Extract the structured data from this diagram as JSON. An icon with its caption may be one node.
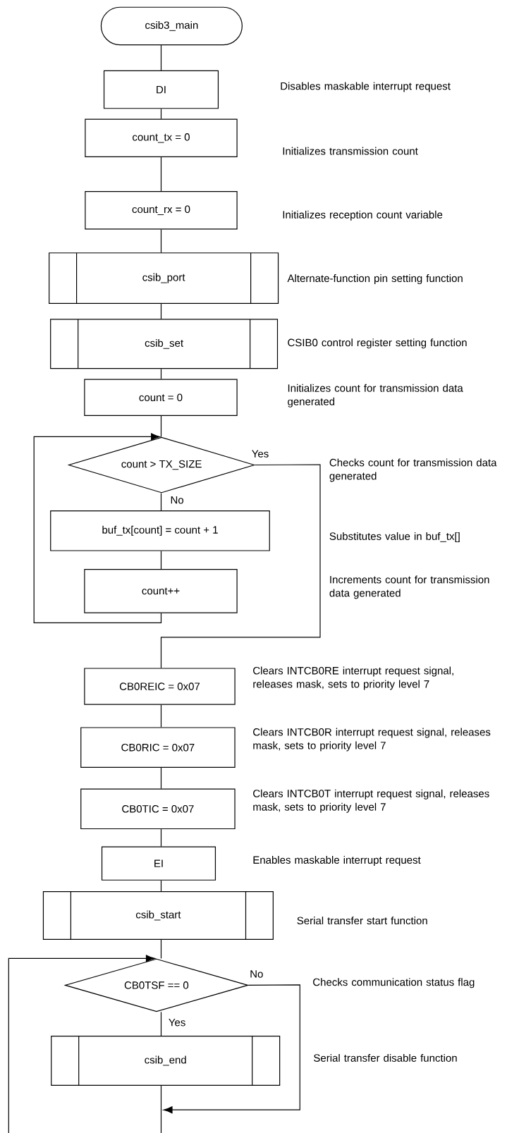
{
  "diagram": {
    "nodes": [
      {
        "text": [
          "csib3_main"
        ]
      },
      {
        "text": [
          "DI"
        ]
      },
      {
        "text": [
          "count_tx = 0"
        ]
      },
      {
        "text": [
          "count_rx = 0"
        ]
      },
      {
        "text": [
          "csib_port"
        ]
      },
      {
        "text": [
          "csib_set"
        ]
      },
      {
        "text": [
          "count = 0"
        ]
      },
      {
        "text": [
          "count > TX_SIZE"
        ]
      },
      {
        "text": [
          "buf_tx[count] = count + 1"
        ]
      },
      {
        "text": [
          "count++"
        ]
      },
      {
        "text": [
          "CB0REIC = 0x07"
        ]
      },
      {
        "text": [
          "CB0RIC = 0x07"
        ]
      },
      {
        "text": [
          "CB0TIC = 0x07"
        ]
      },
      {
        "text": [
          "EI"
        ]
      },
      {
        "text": [
          "csib_start"
        ]
      },
      {
        "text": [
          "CB0TSF == 0"
        ]
      },
      {
        "text": [
          "csib_end"
        ]
      }
    ],
    "edges": [
      {
        "from": 0,
        "to": 1,
        "arrow": "none"
      },
      {
        "from": 1,
        "to": 2,
        "arrow": "none"
      },
      {
        "from": 2,
        "to": 3,
        "arrow": "none"
      },
      {
        "from": 3,
        "to": 4,
        "arrow": "none"
      },
      {
        "from": 4,
        "to": 5,
        "arrow": "none"
      },
      {
        "from": 5,
        "to": 6,
        "arrow": "none"
      },
      {
        "from": 6,
        "to": 7,
        "arrow": "none"
      },
      {
        "from": 7,
        "to": 8,
        "arrow": "none",
        "label": "No"
      },
      {
        "from": 8,
        "to": 9,
        "arrow": "none"
      },
      {
        "from": 9,
        "to": 7,
        "arrow": "to"
      },
      {
        "from": 7,
        "to": 10,
        "arrow": "none",
        "label": "Yes"
      },
      {
        "from": 10,
        "to": 11,
        "arrow": "none"
      },
      {
        "from": 11,
        "to": 12,
        "arrow": "none"
      },
      {
        "from": 12,
        "to": 13,
        "arrow": "none"
      },
      {
        "from": 13,
        "to": 14,
        "arrow": "none"
      },
      {
        "from": 14,
        "to": 15,
        "arrow": "none"
      },
      {
        "from": 15,
        "to": 16,
        "arrow": "none",
        "label": "Yes"
      },
      {
        "from": 15,
        "to": null,
        "arrow": "to",
        "label": "No"
      },
      {
        "from": 16,
        "to": null,
        "arrow": "none"
      },
      {
        "from": null,
        "to": 15,
        "arrow": "to"
      }
    ],
    "labels": [
      "Disables maskable interrupt request",
      "Initializes transmission count",
      "Initializes reception count variable",
      "Alternate-function pin setting function",
      "CSIB0 control register setting function",
      "Initializes count for transmission data generated",
      "Checks count for transmission data generated",
      "Substitutes value in buf_tx[]",
      "Increments count for transmission data generated",
      "Clears INTCB0RE interrupt request signal, releases mask, sets to priority level 7",
      "Clears INTCB0R interrupt request signal, releases mask, sets to priority level 7",
      "Clears INTCB0T interrupt request signal, releases mask, sets to priority level 7",
      "Enables maskable interrupt request",
      "Serial transfer start function",
      "Checks communication status flag",
      "Serial transfer disable function"
    ]
  }
}
